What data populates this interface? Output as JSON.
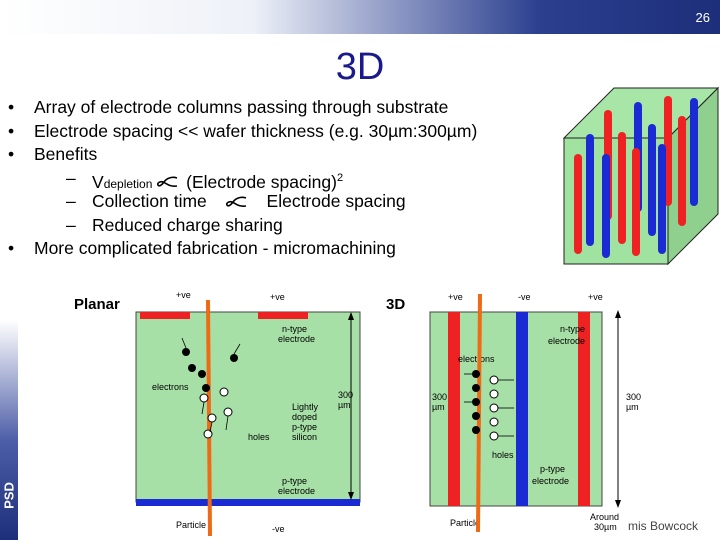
{
  "page_number": "26",
  "title": "3D",
  "bullets": {
    "b1": "Array of electrode columns passing through substrate",
    "b2": "Electrode spacing << wafer thickness (e.g. 30µm:300µm)",
    "b3": "Benefits",
    "s1_pre": "V",
    "s1_sub": "depletion",
    "s1_post": "(Electrode spacing)",
    "s1_sup": "2",
    "s2_pre": "Collection time",
    "s2_post": "Electrode spacing",
    "s3": "Reduced charge sharing",
    "b4": "More complicated fabrication - micromachining",
    "bullet_glyph": "•",
    "dash_glyph": "–"
  },
  "planar": {
    "title": "Planar",
    "plus_left": "+ve",
    "plus_right": "+ve",
    "ntype_1": "n-type",
    "ntype_2": "electrode",
    "electrons": "electrons",
    "holes": "holes",
    "thickness_1": "300",
    "thickness_2": "µm",
    "silicon_1": "Lightly",
    "silicon_2": "doped",
    "silicon_3": "p-type",
    "silicon_4": "silicon",
    "ptype_1": "p-type",
    "ptype_2": "electrode",
    "particle": "Particle",
    "minus": "-ve"
  },
  "three_d": {
    "title": "3D",
    "plus_left": "+ve",
    "minus": "-ve",
    "plus_right": "+ve",
    "ntype_1": "n-type",
    "ntype_2": "electrode",
    "electrons": "electrons",
    "thickness_left_1": "300",
    "thickness_left_2": "µm",
    "thickness_right_1": "300",
    "thickness_right_2": "µm",
    "holes": "holes",
    "ptype_1": "p-type",
    "ptype_2": "electrode",
    "particle": "Particle",
    "around_1": "Around",
    "around_2": "30µm"
  },
  "psd_label": "PSD",
  "author": "mis Bowcock",
  "colors": {
    "title_blue": "#1a1a8c",
    "substrate_green": "#a6e0a6",
    "electrode_red": "#ee2222",
    "electrode_blue": "#1b2bd4",
    "particle_orange": "#ee6a14"
  }
}
